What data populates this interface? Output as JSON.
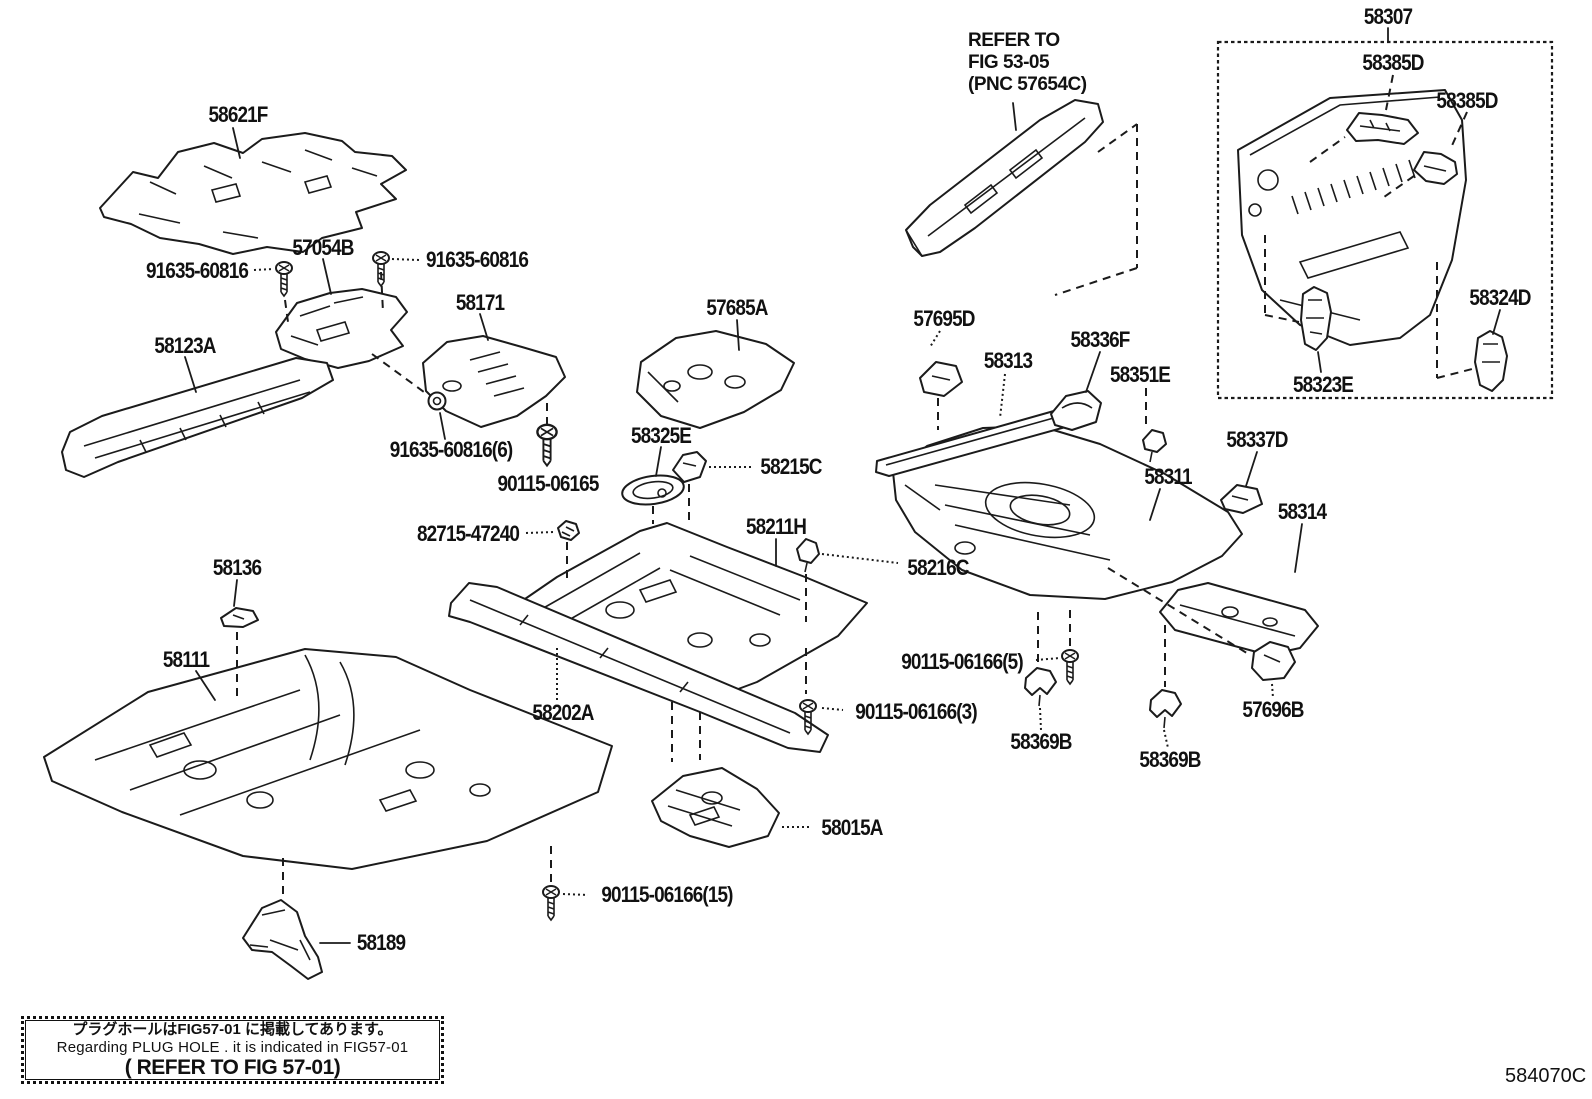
{
  "diagram": {
    "code": "584070C"
  },
  "refer_note": {
    "line1": "REFER TO",
    "line2": "FIG 53-05",
    "line3": "(PNC 57654C)"
  },
  "note_box": {
    "jp": "プラグホールはFIG57-01 に掲載してあります。",
    "en": "Regarding PLUG HOLE . it is indicated in FIG57-01",
    "refer": "( REFER TO FIG 57-01)"
  },
  "labels": [
    {
      "text": "58621F"
    },
    {
      "text": "57054B"
    },
    {
      "text": "91635-60816"
    },
    {
      "text": "91635-60816"
    },
    {
      "text": "58123A"
    },
    {
      "text": "58171"
    },
    {
      "text": "57685A"
    },
    {
      "text": "91635-60816(6)"
    },
    {
      "text": "90115-06165"
    },
    {
      "text": "58325E"
    },
    {
      "text": "58215C"
    },
    {
      "text": "82715-47240"
    },
    {
      "text": "58211H"
    },
    {
      "text": "58216C"
    },
    {
      "text": "58136"
    },
    {
      "text": "58111"
    },
    {
      "text": "58202A"
    },
    {
      "text": "90115-06166(3)"
    },
    {
      "text": "90115-06166(5)"
    },
    {
      "text": "58369B"
    },
    {
      "text": "58369B"
    },
    {
      "text": "57696B"
    },
    {
      "text": "58015A"
    },
    {
      "text": "90115-06166(15)"
    },
    {
      "text": "58189"
    },
    {
      "text": "57695D"
    },
    {
      "text": "58313"
    },
    {
      "text": "58336F"
    },
    {
      "text": "58351E"
    },
    {
      "text": "58311"
    },
    {
      "text": "58337D"
    },
    {
      "text": "58314"
    },
    {
      "text": "58307"
    },
    {
      "text": "58385D"
    },
    {
      "text": "58385D"
    },
    {
      "text": "58324D"
    },
    {
      "text": "58323E"
    }
  ]
}
